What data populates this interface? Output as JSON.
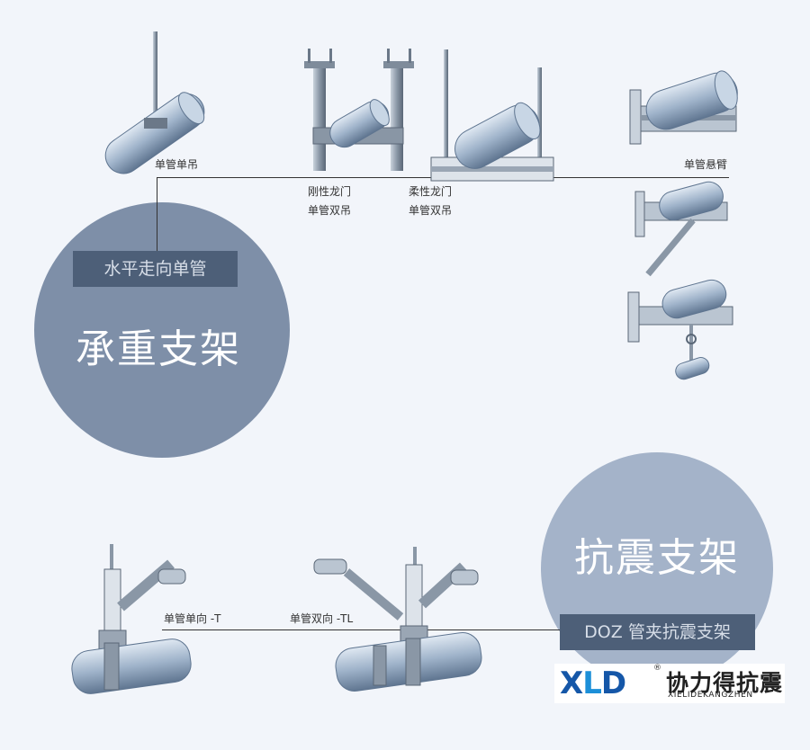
{
  "load_bearing": {
    "category_tag": "水平走向单管",
    "title": "承重支架",
    "labels": {
      "single_pipe_single_hanger": "单管单吊",
      "rigid_gantry": "刚性龙门",
      "rigid_gantry_sub": "单管双吊",
      "flexible_gantry": "柔性龙门",
      "flexible_gantry_sub": "单管双吊",
      "single_pipe_cantilever": "单管悬臂"
    }
  },
  "seismic": {
    "title": "抗震支架",
    "category_tag": "DOZ 管夹抗震支架",
    "labels": {
      "single_direction_t": "单管单向 -T",
      "double_direction_tl": "单管双向 -TL"
    }
  },
  "logo": {
    "mark_x": "X",
    "mark_l": "L",
    "mark_d": "D",
    "registered": "®",
    "name_cn": "协力得抗震",
    "name_en": "XIELIDEKANGZHEN"
  },
  "colors": {
    "circle_dark": "#7e8fa8",
    "circle_light": "#a4b3c9",
    "tag_bg": "#4d5f78",
    "logo_blue": "#1557a8",
    "logo_cyan": "#1c8fd8"
  }
}
